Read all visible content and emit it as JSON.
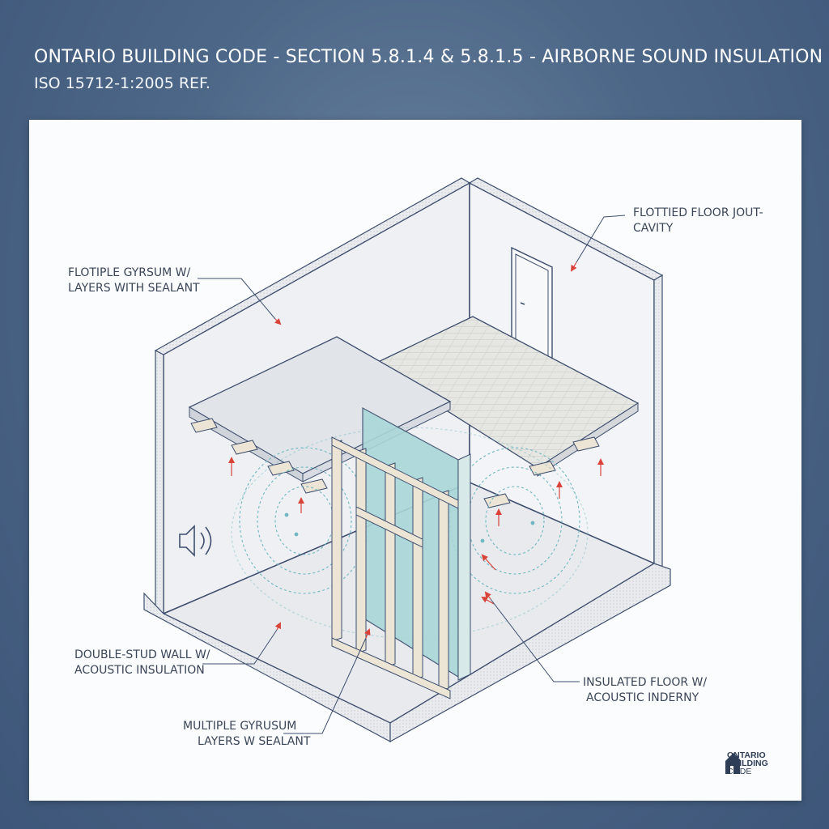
{
  "header": {
    "title": "ONTARIO BUILDING CODE - SECTION 5.8.1.4 & 5.8.1.5 - AIRBORNE SOUND INSULATION",
    "subtitle": "ISO 15712-1:2005 REF."
  },
  "callouts": {
    "top_right": [
      "FLOTTIED FLOOR JOUT-",
      "CAVITY"
    ],
    "upper_left": [
      "FLOTIPLE GYRSUM W/",
      "LAYERS WITH SEALANT"
    ],
    "mid_left": [
      "DOUBLE-STUD WALL W/",
      "ACOUSTIC INSULATION"
    ],
    "bottom_center": [
      "MULTIPLE GYRUSUM",
      "LAYERS W SEALANT"
    ],
    "bottom_right": [
      "INSULATED FLOOR W/",
      "ACOUSTIC INDERNY"
    ]
  },
  "logo": {
    "lines": [
      "ONTARIO",
      "BUILDING",
      "CODE"
    ]
  },
  "colors": {
    "line": "#3e4f6e",
    "arrow": "#d9443a",
    "insulation": "#a9d7d8",
    "wave": "#6fb8c2",
    "wood": "#ece4d4"
  },
  "icons": [
    "speaker-icon",
    "door-icon",
    "ontario-logo-icon"
  ]
}
